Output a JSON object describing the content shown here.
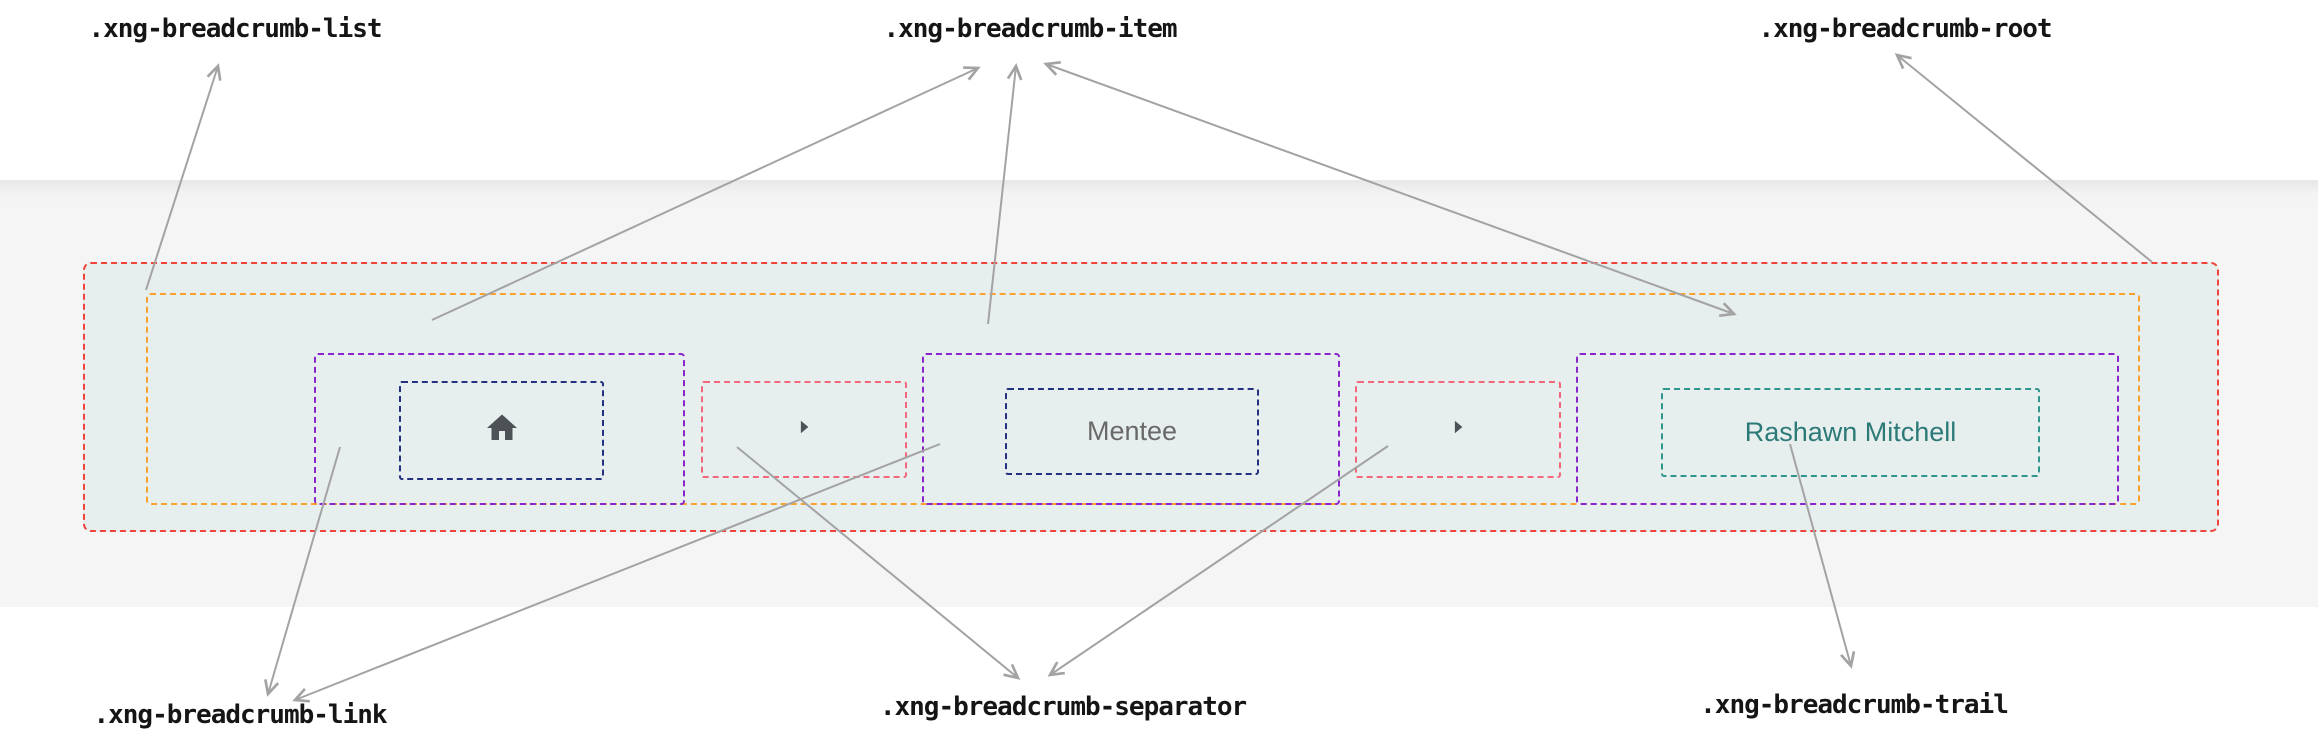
{
  "annotations": {
    "list_label": ".xng-breadcrumb-list",
    "item_label": ".xng-breadcrumb-item",
    "root_label": ".xng-breadcrumb-root",
    "link_label": ".xng-breadcrumb-link",
    "separator_label": ".xng-breadcrumb-separator",
    "trail_label": ".xng-breadcrumb-trail"
  },
  "breadcrumb": {
    "items": [
      {
        "type": "link",
        "icon": "home-icon"
      },
      {
        "type": "link",
        "label": "Mentee"
      },
      {
        "type": "trail",
        "label": "Rashawn Mitchell"
      }
    ],
    "separator_icon": "arrow-right-icon"
  },
  "colors": {
    "root_border": "#ef443b",
    "list_border": "#f9a22e",
    "item_border": "#8826cc",
    "link_border": "#24317e",
    "separator_border": "#f2677a",
    "trail_border": "#2f968d",
    "trail_text": "#2c7a77",
    "crumb_text": "#696969",
    "bar_background": "#e7eeee",
    "icon_gray": "#4d5257",
    "arrow_gray": "#a3a3a3"
  }
}
